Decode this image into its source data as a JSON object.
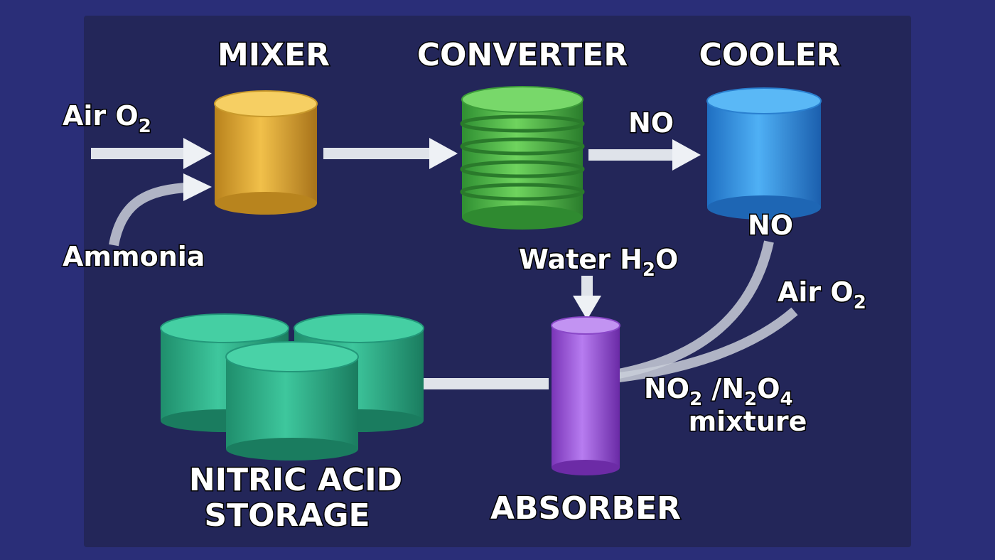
{
  "units": {
    "mixer": "MIXER",
    "converter": "CONVERTER",
    "cooler": "COOLER",
    "absorber": "ABSORBER",
    "storage": [
      "NITRIC ACID",
      "STORAGE"
    ]
  },
  "streams": {
    "air_in": {
      "main": "Air O",
      "sub": "2"
    },
    "ammonia": "Ammonia",
    "no_to_cooler": "NO",
    "no_from_cooler": "NO",
    "water": {
      "pre": "Water H",
      "sub": "2",
      "post": "O"
    },
    "air_absorber": {
      "main": "Air O",
      "sub": "2"
    },
    "mixture": {
      "line1_a": "NO",
      "line1_sub1": "2",
      "line1_b": " /N",
      "line1_sub2": "2",
      "line1_c": "O",
      "line1_sub3": "4",
      "line2": "mixture"
    }
  },
  "colors": {
    "background": "#2a2e78",
    "panel": "#232659",
    "mixer": "#e0a830",
    "converter": "#4fb948",
    "cooler": "#2f93e6",
    "absorber": "#9a4fd6",
    "storage": "#2fb088",
    "arrow": "#e4e7ec"
  }
}
